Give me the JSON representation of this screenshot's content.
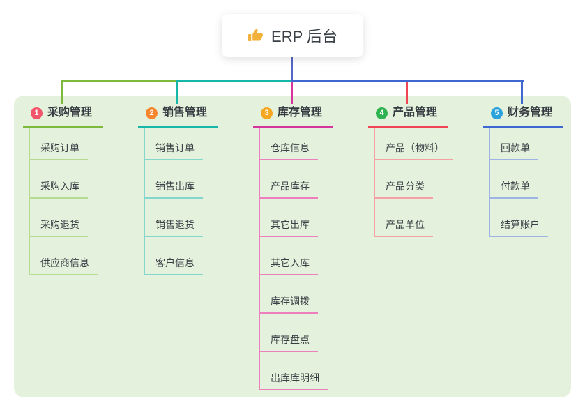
{
  "root": {
    "label": "ERP 后台",
    "icon": "thumbs-up-icon",
    "icon_color": "#f2b13a"
  },
  "colors": {
    "panel_bg": "#e4f2dd",
    "root_line": "#5566c6",
    "text_dark": "#363b41"
  },
  "branches": [
    {
      "number": "1",
      "label": "采购管理",
      "color": "#7dba3c",
      "tint": "#b7db90",
      "badge_color": "#f1566b",
      "children": [
        "采购订单",
        "采购入库",
        "采购退货",
        "供应商信息"
      ]
    },
    {
      "number": "2",
      "label": "销售管理",
      "color": "#16b6a8",
      "tint": "#85d6cd",
      "badge_color": "#f7862e",
      "children": [
        "销售订单",
        "销售出库",
        "销售退货",
        "客户信息"
      ]
    },
    {
      "number": "3",
      "label": "库存管理",
      "color": "#d5359c",
      "tint": "#ee7fbd",
      "badge_color": "#f6a722",
      "children": [
        "仓库信息",
        "产品库存",
        "其它出库",
        "其它入库",
        "库存调拨",
        "库存盘点",
        "出库库明细"
      ]
    },
    {
      "number": "4",
      "label": "产品管理",
      "color": "#ee4453",
      "tint": "#f5a0a4",
      "badge_color": "#2eb350",
      "children": [
        "产品（物料）",
        "产品分类",
        "产品单位"
      ]
    },
    {
      "number": "5",
      "label": "财务管理",
      "color": "#3f67d2",
      "tint": "#9db4e4",
      "badge_color": "#2aa2dc",
      "children": [
        "回款单",
        "付款单",
        "结算账户"
      ]
    }
  ]
}
